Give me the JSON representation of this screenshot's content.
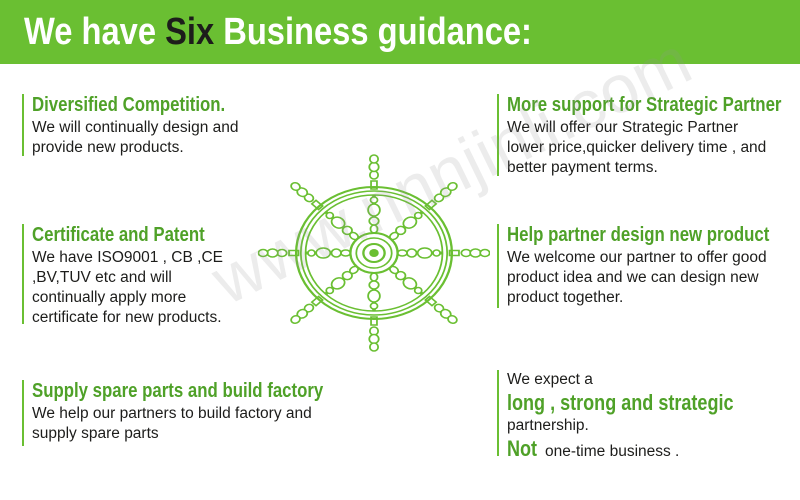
{
  "header": {
    "title_pre": "We have ",
    "title_accent": "Six",
    "title_post": " Business guidance:"
  },
  "sections": [
    {
      "title": "Diversified Competition.",
      "text": "We will continually design and provide new products."
    },
    {
      "title": "Certificate and Patent",
      "text": "We have ISO9001 , CB ,CE ,BV,TUV etc and will continually apply more certificate for new products."
    },
    {
      "title": "Supply spare parts and build factory",
      "text": "We help our partners to build factory and supply spare parts"
    },
    {
      "title": "More support for Strategic Partner",
      "text": "We will offer our Strategic Partner lower price,quicker delivery time , and better payment terms."
    },
    {
      "title": "Help partner design new product",
      "text": "We welcome our partner to offer good product idea and we can design new product together."
    }
  ],
  "closing": {
    "line1": "We expect a",
    "highlight": "long , strong and strategic",
    "line3": "partnership.",
    "not_word": "Not",
    "line4": " one-time business ."
  },
  "watermark": "www.nnnjinli.com",
  "colors": {
    "brand_green": "#6abf32",
    "heading_green": "#4fa128",
    "text": "#1d1d1b"
  },
  "illustration": {
    "icon": "ship-steering-wheel-icon"
  }
}
